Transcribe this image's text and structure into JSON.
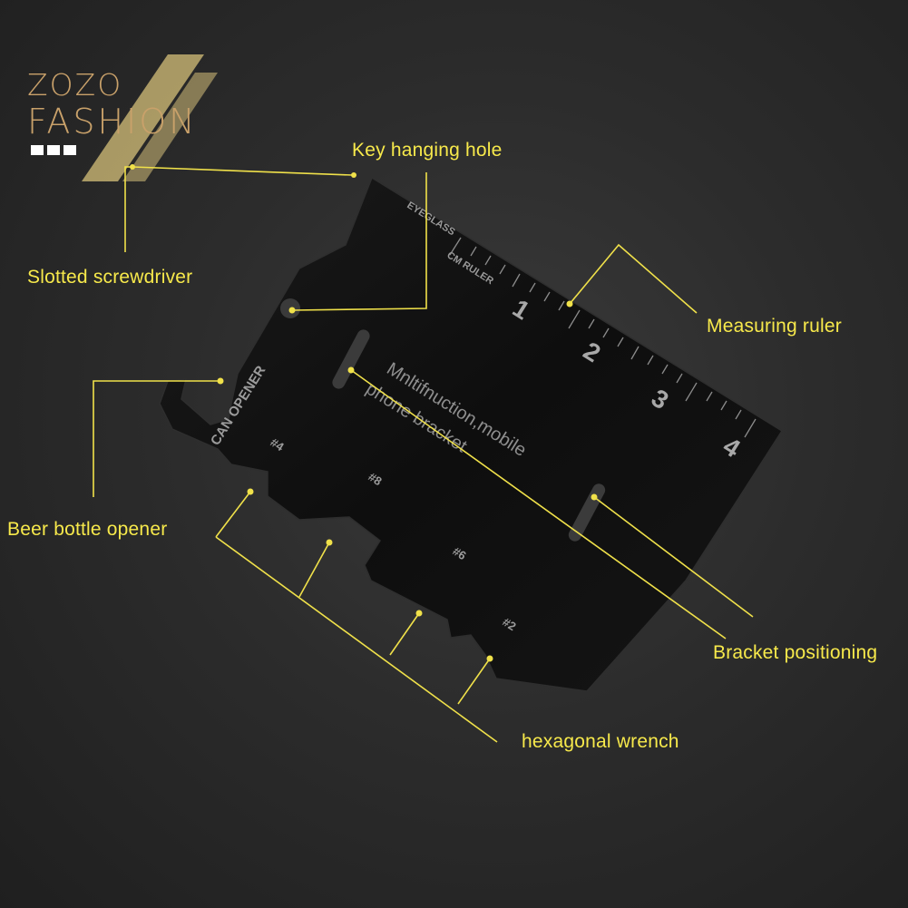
{
  "logo": {
    "line1": "ZOZO",
    "line2": "FASHION"
  },
  "card": {
    "brand_text": "EYEGLASS",
    "ruler_label": "CM RULER",
    "ruler_numbers": [
      "1",
      "2",
      "3",
      "4"
    ],
    "can_opener_text": "CAN OPENER",
    "engraved_text_line1": "Mnltifnuction,mobile",
    "engraved_text_line2": "phone bracket",
    "wrench_sizes": [
      "#4",
      "#8",
      "#6",
      "#2"
    ]
  },
  "callouts": {
    "key_hanging_hole": "Key hanging hole",
    "slotted_screwdriver": "Slotted screwdriver",
    "measuring_ruler": "Measuring ruler",
    "beer_bottle_opener": "Beer bottle opener",
    "bracket_positioning": "Bracket positioning",
    "hexagonal_wrench": "hexagonal wrench"
  },
  "colors": {
    "callout_yellow": "#f7e94b",
    "card_black": "#111111",
    "background": "#2c2c2c",
    "logo_tan": "#c9a16a"
  }
}
